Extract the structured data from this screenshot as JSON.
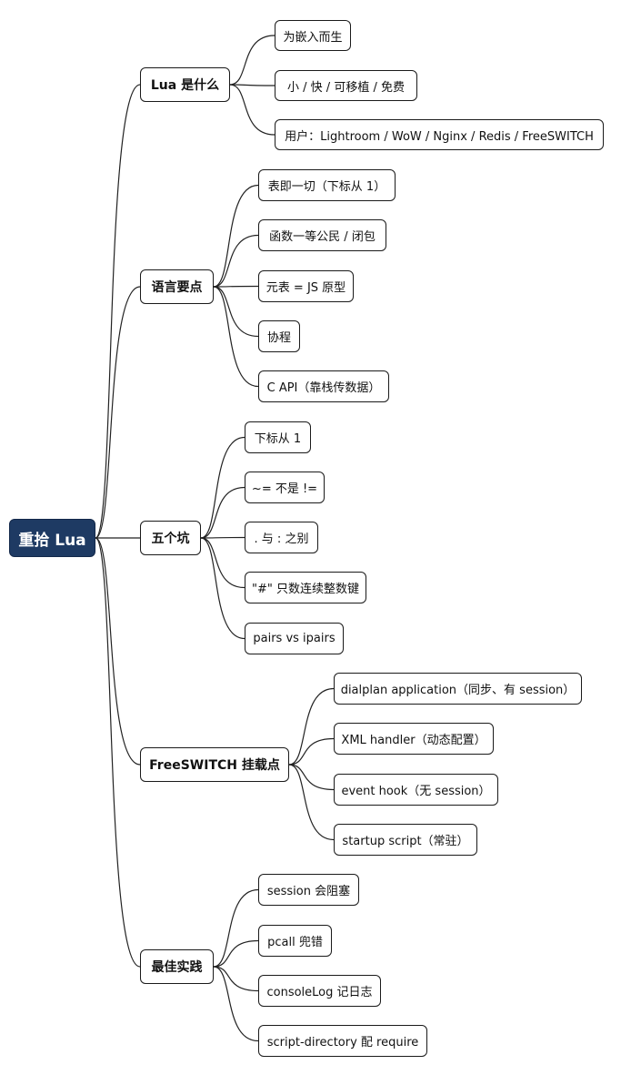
{
  "root": "重拾 Lua",
  "branches": [
    {
      "label": "Lua 是什么",
      "children": [
        "为嵌入而生",
        "小 / 快 / 可移植 / 免费",
        "用户：Lightroom / WoW / Nginx / Redis / FreeSWITCH"
      ]
    },
    {
      "label": "语言要点",
      "children": [
        "表即一切（下标从 1）",
        "函数一等公民 / 闭包",
        "元表 = JS 原型",
        "协程",
        "C API（靠栈传数据）"
      ]
    },
    {
      "label": "五个坑",
      "children": [
        "下标从 1",
        "~= 不是 !=",
        ". 与 : 之别",
        "\"#\" 只数连续整数键",
        "pairs vs ipairs"
      ]
    },
    {
      "label": "FreeSWITCH 挂载点",
      "children": [
        "dialplan application（同步、有 session）",
        "XML handler（动态配置）",
        "event hook（无 session）",
        "startup script（常驻）"
      ]
    },
    {
      "label": "最佳实践",
      "children": [
        "session 会阻塞",
        "pcall 兜错",
        "consoleLog 记日志",
        "script-directory 配 require"
      ]
    }
  ]
}
